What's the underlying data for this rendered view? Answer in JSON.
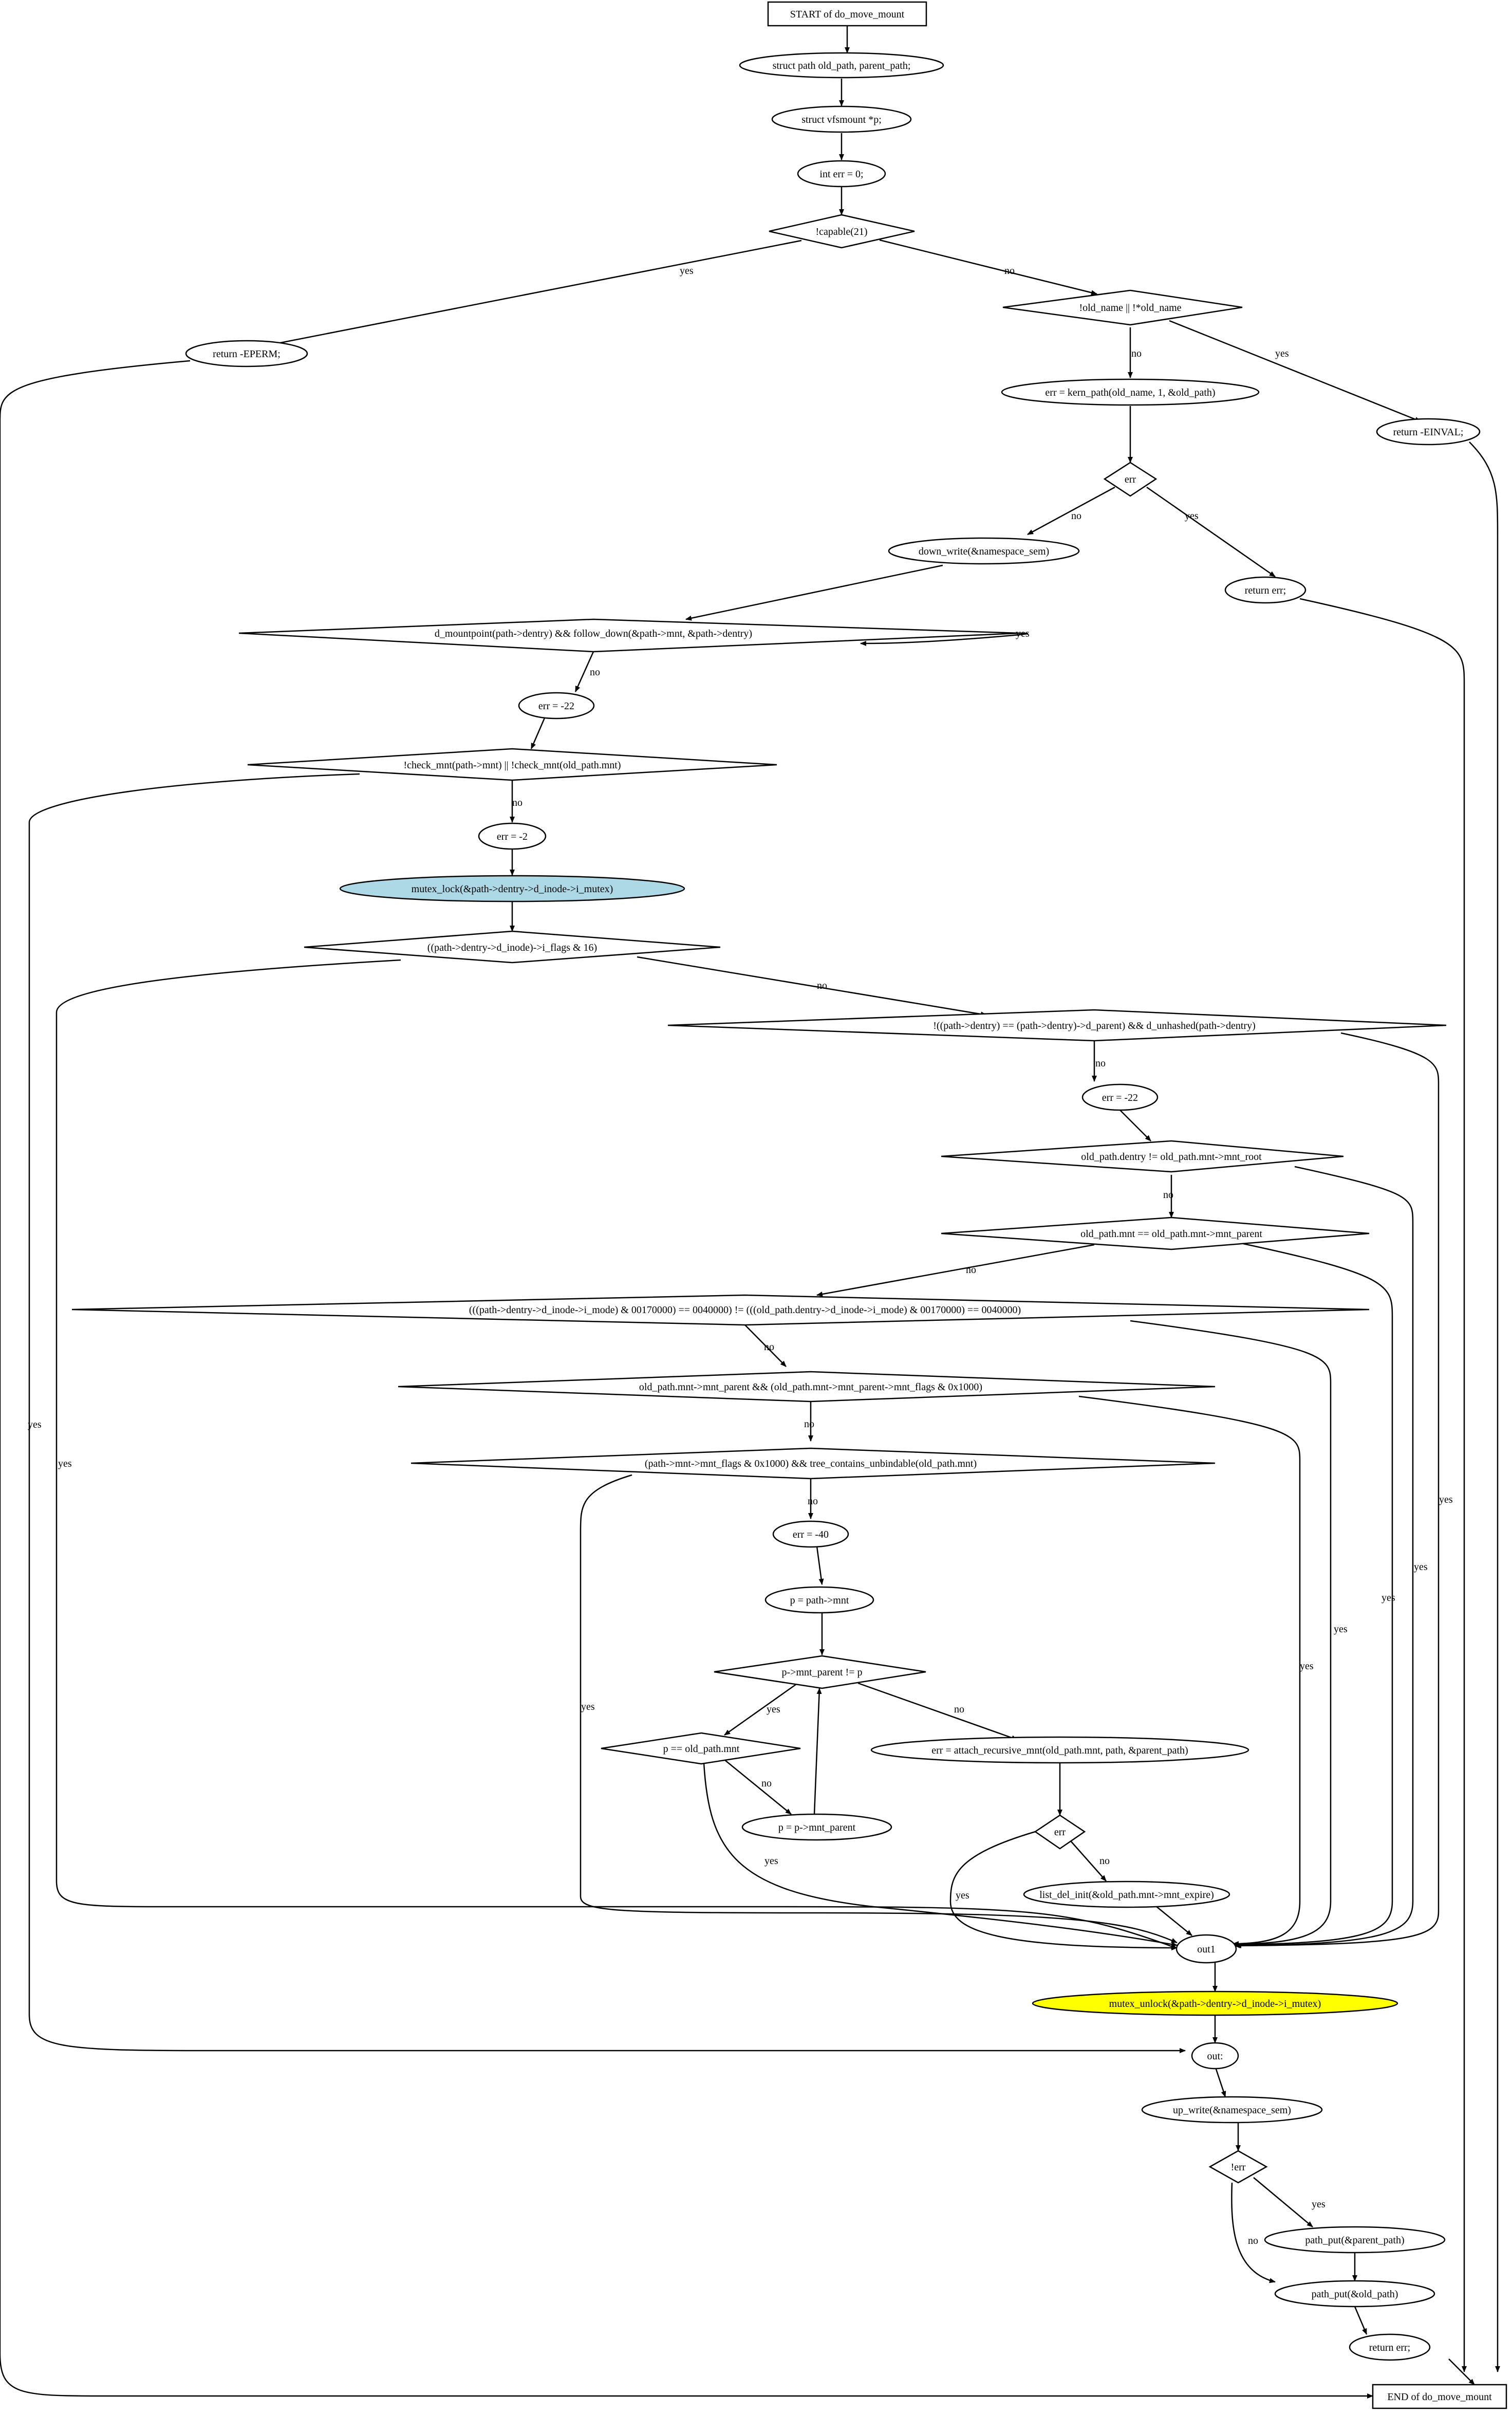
{
  "diagram": {
    "colors": {
      "stroke": "#000000",
      "background": "#ffffff",
      "highlight_blue": "#add8e6",
      "highlight_yellow": "#ffff00"
    },
    "nodes": {
      "start": "START of do_move_mount",
      "decl_paths": "struct path old_path, parent_path;",
      "decl_p": "struct vfsmount *p;",
      "decl_err": "int err = 0;",
      "cap_check": "!capable(21)",
      "ret_eperm": "return -EPERM;",
      "old_name_check": "!old_name || !*old_name",
      "ret_einval": "return -EINVAL;",
      "kern_path": "err = kern_path(old_name, 1, &old_path)",
      "err_check1": "err",
      "down_write": "down_write(&namespace_sem)",
      "ret_err1": "return err;",
      "mountpoint_loop": "d_mountpoint(path->dentry) && follow_down(&path->mnt, &path->dentry)",
      "err_22a": "err = -22",
      "check_mnt": "!check_mnt(path->mnt) || !check_mnt(old_path.mnt)",
      "err_2": "err = -2",
      "mutex_lock": "mutex_lock(&path->dentry->d_inode->i_mutex)",
      "dead_dir": "((path->dentry->d_inode)->i_flags & 16)",
      "unhashed": "!((path->dentry) == (path->dentry)->d_parent) && d_unhashed(path->dentry)",
      "err_22b": "err = -22",
      "root_check": "old_path.dentry != old_path.mnt->mnt_root",
      "parent_check": "old_path.mnt == old_path.mnt->mnt_parent",
      "type_check": "(((path->dentry->d_inode->i_mode) & 00170000) == 0040000) != (((old_path.dentry->d_inode->i_mode) & 00170000) == 0040000)",
      "shared_check": "old_path.mnt->mnt_parent && (old_path.mnt->mnt_parent->mnt_flags & 0x1000)",
      "unbindable_check": "(path->mnt->mnt_flags & 0x1000) && tree_contains_unbindable(old_path.mnt)",
      "err_40": "err = -40",
      "p_assign": "p = path->mnt",
      "loop_check": "p->mnt_parent != p",
      "p_eq_check": "p == old_path.mnt",
      "p_next": "p = p->mnt_parent",
      "attach": "err = attach_recursive_mnt(old_path.mnt, path, &parent_path)",
      "err_check2": "err",
      "list_del": "list_del_init(&old_path.mnt->mnt_expire)",
      "out1": "out1",
      "mutex_unlock": "mutex_unlock(&path->dentry->d_inode->i_mutex)",
      "out": "out:",
      "up_write": "up_write(&namespace_sem)",
      "not_err": "!err",
      "put_parent": "path_put(&parent_path)",
      "put_old": "path_put(&old_path)",
      "ret_err2": "return err;",
      "end": "END of do_move_mount"
    },
    "edge_labels": {
      "cap_yes": "yes",
      "cap_no": "no",
      "oldname_no": "no",
      "oldname_yes": "yes",
      "err1_no": "no",
      "err1_yes": "yes",
      "mp_yes": "yes",
      "mp_no": "no",
      "chk_no": "no",
      "chk_yes": "yes",
      "dead_no": "no",
      "dead_yes": "yes",
      "unh_no": "no",
      "unh_yes": "yes",
      "root_no": "no",
      "root_yes": "yes",
      "par_no": "no",
      "par_yes": "yes",
      "type_no": "no",
      "type_yes": "yes",
      "shared_no": "no",
      "shared_yes": "yes",
      "unb_no": "no",
      "unb_yes": "yes",
      "loop_yes": "yes",
      "loop_no": "no",
      "peq_no": "no",
      "peq_yes": "yes",
      "err2_no": "no",
      "err2_yes": "yes",
      "nerr_yes": "yes",
      "nerr_no": "no"
    }
  }
}
